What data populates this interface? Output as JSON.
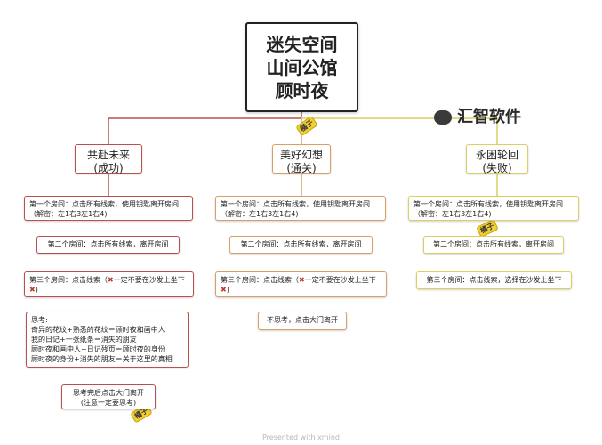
{
  "root": {
    "line1": "迷失空间",
    "line2": "山间公馆",
    "line3": "顾时夜"
  },
  "watermark_brand": "汇智软件",
  "watermark_footer": "Presented with xmind",
  "tag_label": "橘子",
  "branches": {
    "left": {
      "title": "共赴未来",
      "subtitle": "(成功)",
      "room1": "第一个房间：点击所有线索，使用钥匙离开房间（解密：左1右3左1右4)",
      "room2": "第二个房间：点击所有线索，离开房间",
      "room3_prefix": "第三个房间：点击线索（",
      "room3_mid": "一定不要在沙发上坐下",
      "think_title": "思考:",
      "think_lines": [
        "奇异的花纹+熟悉的花纹＝顾时夜和画中人",
        "我的日记+一张纸条＝消失的朋友",
        "顾时夜和画中人+日记残页＝顾时夜的身份",
        "顾时夜的身份+消失的朋友＝关于这里的真相"
      ],
      "final_line1": "思考完后点击大门离开",
      "final_line2": "(注意一定要思考)"
    },
    "middle": {
      "title": "美好幻想",
      "subtitle": "(通关)",
      "room1": "第一个房间：点击所有线索，使用钥匙离开房间（解密：左1右3左1右4)",
      "room2": "第二个房间：点击所有线索，离开房间",
      "room3_prefix": "第三个房间：点击线索（",
      "room3_mid": "一定不要在沙发上坐下",
      "final": "不思考，点击大门离开"
    },
    "right": {
      "title": "永困轮回",
      "subtitle": "(失败)",
      "room1": "第一个房间：点击所有线索，使用钥匙离开房间（解密：左1右3左1右4)",
      "room2": "第二个房间：点击所有线索，离开房间",
      "room3": "第三个房间：点击线索，选择在沙发上坐下"
    }
  },
  "colors": {
    "left": "#b9504e",
    "middle": "#d8a066",
    "right": "#d9cf63",
    "root_border": "#222222",
    "tag_fill": "#f1cf2f"
  },
  "icons": [
    "cross-mark-icon",
    "wechat-brand-icon"
  ]
}
